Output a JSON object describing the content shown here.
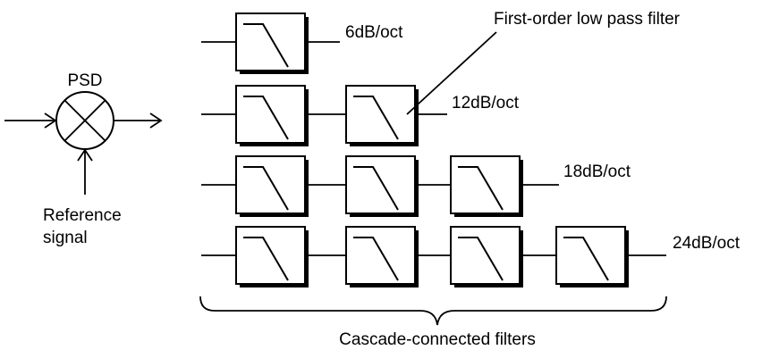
{
  "psd": {
    "label": "PSD",
    "reference_line1": "Reference",
    "reference_line2": "signal"
  },
  "filter_rows": [
    {
      "stages": 1,
      "label": "6dB/oct"
    },
    {
      "stages": 2,
      "label": "12dB/oct"
    },
    {
      "stages": 3,
      "label": "18dB/oct"
    },
    {
      "stages": 4,
      "label": "24dB/oct"
    }
  ],
  "callout": "First-order low pass filter",
  "footer": "Cascade-connected filters"
}
